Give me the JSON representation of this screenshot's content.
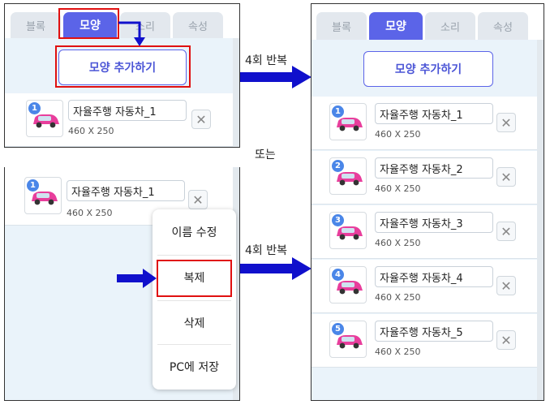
{
  "tabs": [
    "블록",
    "모양",
    "소리",
    "속성"
  ],
  "add_costume_label": "모양 추가하기",
  "costume": {
    "names": [
      "자율주행 자동차_1",
      "자율주행 자동차_2",
      "자율주행 자동차_3",
      "자율주행 자동차_4",
      "자율주행 자동차_5"
    ],
    "numbers": [
      "1",
      "2",
      "3",
      "4",
      "5"
    ],
    "size": "460 X 250"
  },
  "delete_glyph": "✕",
  "context_menu": [
    "이름 수정",
    "복제",
    "삭제",
    "PC에 저장"
  ],
  "labels": {
    "repeat": "4회 반복",
    "or": "또는"
  },
  "colors": {
    "accent": "#5b64e8",
    "highlight": "#e01010",
    "arrow": "#1010cc"
  }
}
